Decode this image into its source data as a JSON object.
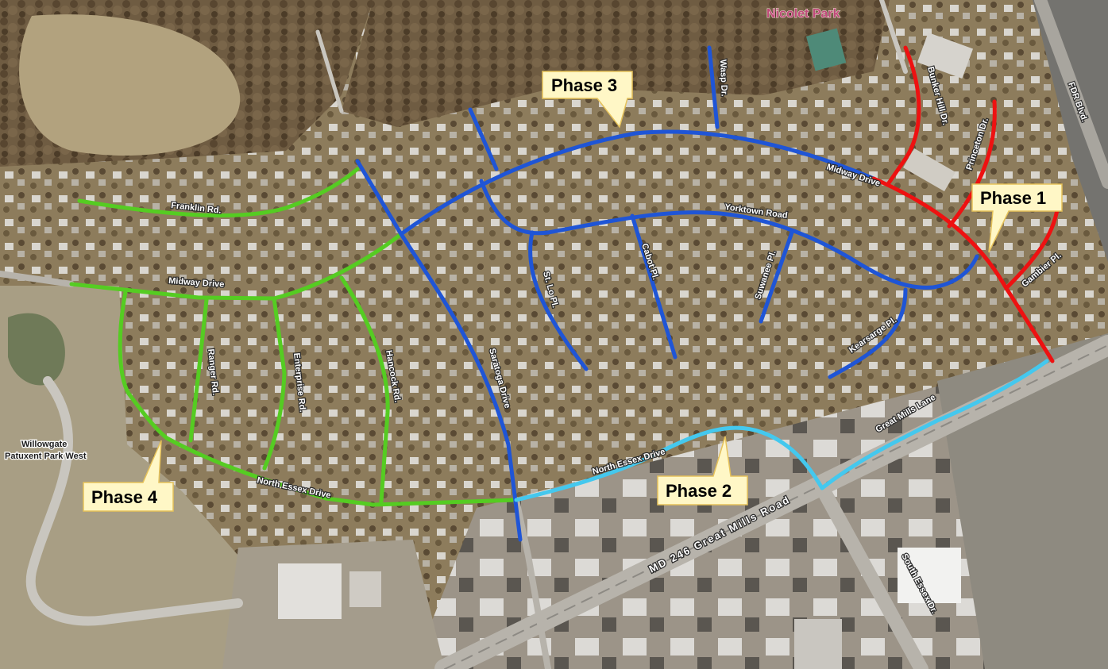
{
  "colors": {
    "phase1": "#ee1111",
    "phase2": "#44c8ee",
    "phase3": "#1f55d6",
    "phase4": "#55cc22",
    "callout_fill": "#fff7c6",
    "callout_stroke": "#e6c25a"
  },
  "park_name": "Nicolet Park",
  "place_names": {
    "willowgate_line1": "Willowgate",
    "willowgate_line2": "Patuxent Park West"
  },
  "phases": {
    "phase1": "Phase 1",
    "phase2": "Phase 2",
    "phase3": "Phase 3",
    "phase4": "Phase 4"
  },
  "streets": {
    "franklin_rd": "Franklin Rd.",
    "midway_drive_west": "Midway Drive",
    "midway_drive_east": "Midway Drive",
    "yorktown_road": "Yorktown Road",
    "wasp_dr": "Wasp Dr.",
    "st_lo_pl": "St. Lo Pl.",
    "cabot_pl": "Cabot Pl.",
    "suwanee_pl": "Suwanee Pl.",
    "kearsarge_pl": "Kearsarge Pl.",
    "saratoga_drive": "Saratoga Drive",
    "ranger_rd": "Ranger Rd.",
    "enterprise_rd": "Enterprise Rd.",
    "hancock_rd": "Hancock Rd.",
    "north_essex_drive_east": "North Essex Drive",
    "north_essex_drive_west": "North Essex Drive",
    "great_mills_lane": "Great Mills Lane",
    "bunker_hill_dr": "Bunker Hill Dr.",
    "princeton_dr": "Princeton Dr.",
    "gambier_pl": "Gambier Pl.",
    "fdr_blvd": "FDR Blvd.",
    "md_246_great_mills_road": "MD  246   Great   Mills   Road",
    "south_essex_dr": "South Essex Dr."
  }
}
